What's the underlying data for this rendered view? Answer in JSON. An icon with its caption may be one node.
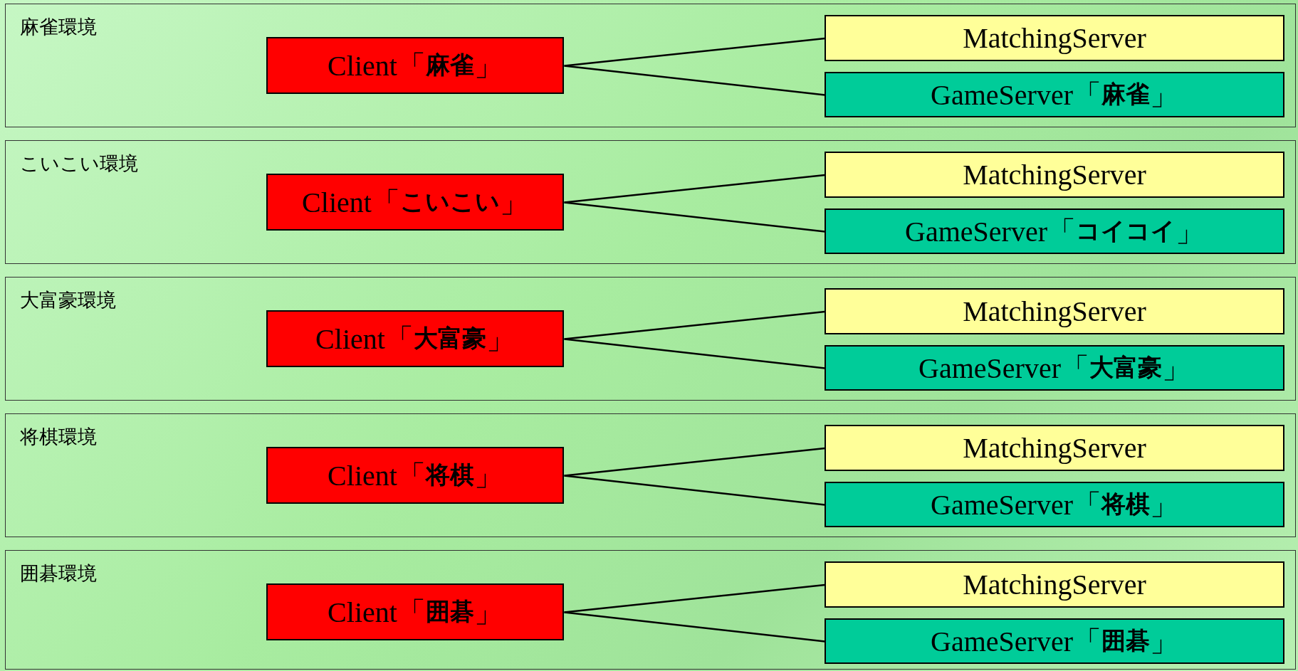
{
  "diagram": {
    "nodes": [
      {
        "text": [
          "麻雀環境"
        ]
      },
      {
        "text": [
          "Client「**麻雀**」"
        ],
        "in": 0
      },
      {
        "text": [
          "MatchingServer"
        ],
        "in": 0
      },
      {
        "text": [
          "GameServer「**麻雀**」"
        ],
        "in": 0
      },
      {
        "text": [
          "こいこい環境"
        ]
      },
      {
        "text": [
          "Client「**こいこい**」"
        ],
        "in": 4
      },
      {
        "text": [
          "MatchingServer"
        ],
        "in": 4
      },
      {
        "text": [
          "GameServer「**コイコイ**」"
        ],
        "in": 4
      },
      {
        "text": [
          "大富豪環境"
        ]
      },
      {
        "text": [
          "Client「**大富豪**」"
        ],
        "in": 8
      },
      {
        "text": [
          "MatchingServer"
        ],
        "in": 8
      },
      {
        "text": [
          "GameServer「**大富豪**」"
        ],
        "in": 8
      },
      {
        "text": [
          "将棋環境"
        ]
      },
      {
        "text": [
          "Client「**将棋**」"
        ],
        "in": 12
      },
      {
        "text": [
          "MatchingServer"
        ],
        "in": 12
      },
      {
        "text": [
          "GameServer「**将棋**」"
        ],
        "in": 12
      },
      {
        "text": [
          "囲碁環境"
        ]
      },
      {
        "text": [
          "Client「**囲碁**」"
        ],
        "in": 16
      },
      {
        "text": [
          "MatchingServer"
        ],
        "in": 16
      },
      {
        "text": [
          "GameServer「**囲碁**」"
        ],
        "in": 16
      }
    ],
    "edges": [
      {
        "from": 1,
        "to": 2,
        "arrow": "none"
      },
      {
        "from": 1,
        "to": 3,
        "arrow": "none"
      },
      {
        "from": 5,
        "to": 6,
        "arrow": "none"
      },
      {
        "from": 5,
        "to": 7,
        "arrow": "none"
      },
      {
        "from": 9,
        "to": 10,
        "arrow": "none"
      },
      {
        "from": 9,
        "to": 11,
        "arrow": "none"
      },
      {
        "from": 13,
        "to": 14,
        "arrow": "none"
      },
      {
        "from": 13,
        "to": 15,
        "arrow": "none"
      },
      {
        "from": 17,
        "to": 18,
        "arrow": "none"
      },
      {
        "from": 17,
        "to": 19,
        "arrow": "none"
      }
    ]
  }
}
